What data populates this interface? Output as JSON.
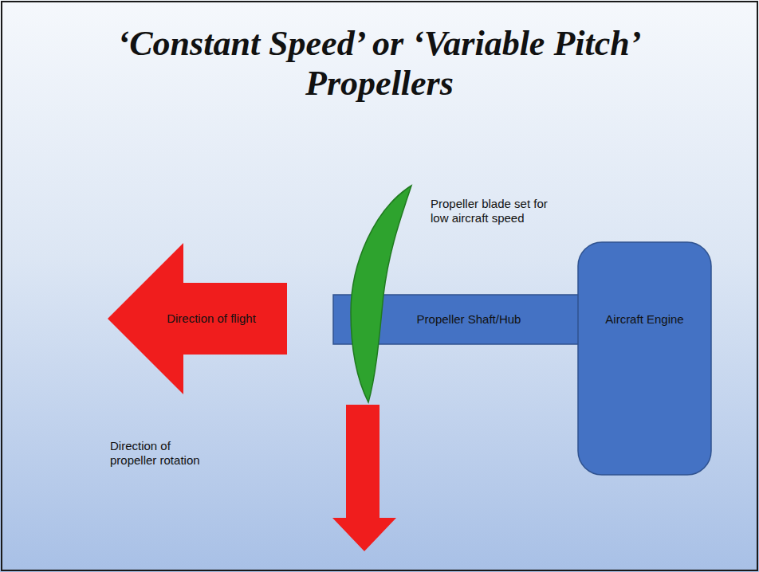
{
  "diagram": {
    "title": "‘Constant Speed’ or ‘Variable Pitch’ Propellers",
    "nodes": [
      {
        "text": [
          "Direction of flight"
        ]
      },
      {
        "text": [
          "Propeller Shaft/Hub"
        ]
      },
      {
        "text": [
          "Aircraft Engine"
        ]
      }
    ],
    "labels": [
      "Propeller blade set for low aircraft speed",
      "Direction of propeller rotation"
    ]
  }
}
